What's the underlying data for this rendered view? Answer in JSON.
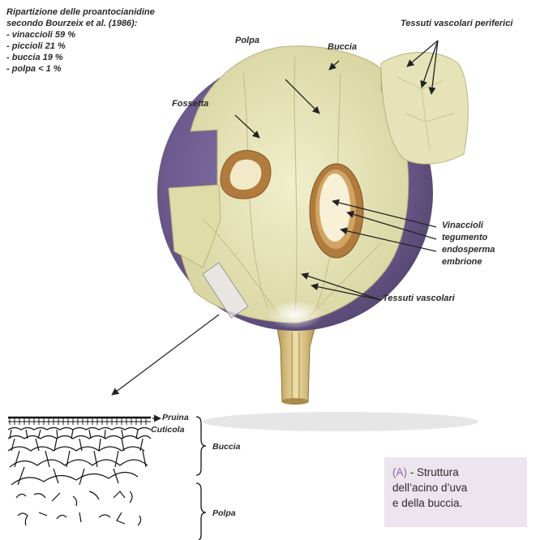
{
  "info": {
    "title_line1": "Ripartizione delle proantocianidine",
    "title_line2": "secondo Bourzeix et al. (1986):",
    "items": [
      "- vinaccioli 59 %",
      "- piccioli 21 %",
      "- buccia 19 %",
      "- polpa < 1 %"
    ]
  },
  "labels": {
    "polpa_top": "Polpa",
    "buccia_top": "Buccia",
    "tessuti_periferici": "Tessuti vascolari periferici",
    "fossetta": "Fossetta",
    "vinaccioli": "Vinaccioli",
    "tegumento": "tegumento",
    "endosperma": "endosperma",
    "embrione": "embrione",
    "tessuti_vascolari": "Tessuti vascolari",
    "pruina": "Pruina",
    "cuticola": "Cuticola",
    "buccia_detail": "Buccia",
    "polpa_detail": "Polpa"
  },
  "caption": {
    "tag": "(A)",
    "line1_rest": " -  Struttura",
    "line2": "dell’acino d’uva",
    "line3": "e della buccia."
  },
  "colors": {
    "skin": "#6d5a8e",
    "pulp": "#e4e2b2",
    "seed_ring": "#a9753a",
    "seed_inner": "#f7efd6",
    "caption_bg": "#ece4ee"
  }
}
